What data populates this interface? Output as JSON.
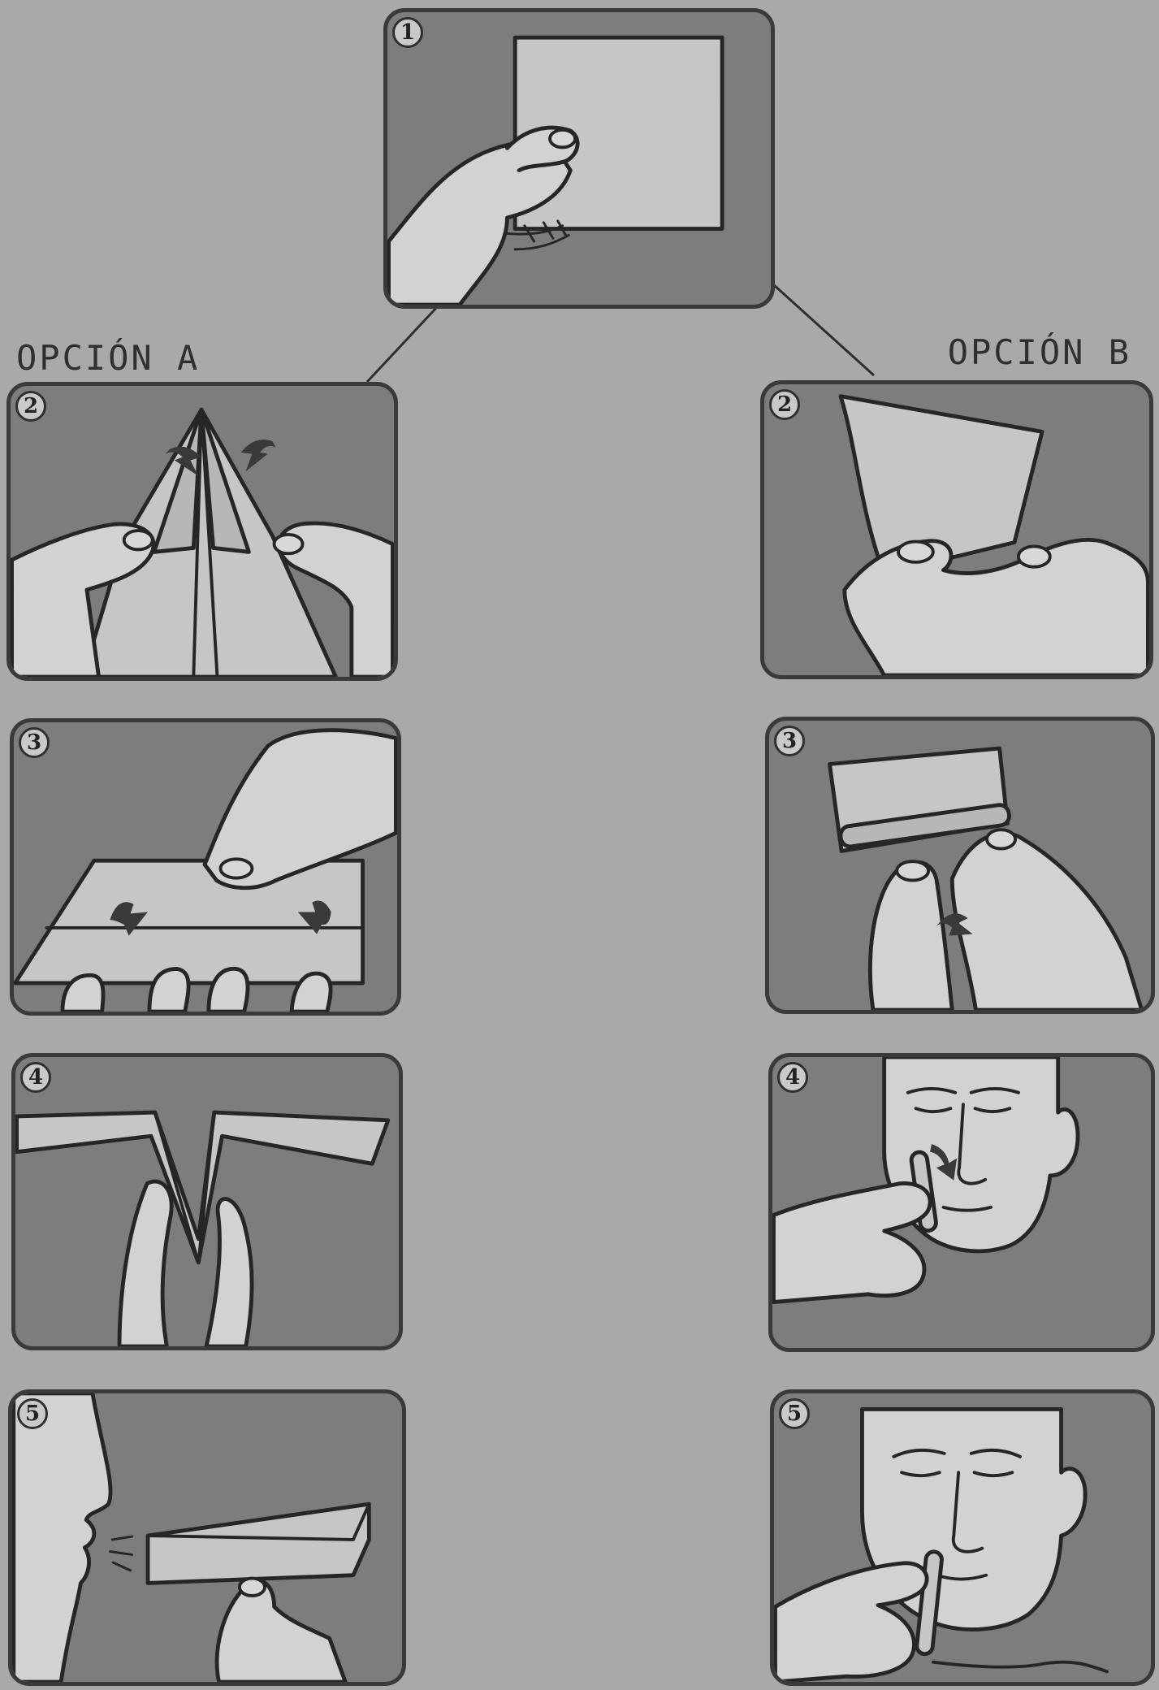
{
  "option_a_label": "OPCIÓN A",
  "option_b_label": "OPCIÓN B",
  "steps": {
    "step1": "1",
    "a2": "2",
    "a3": "3",
    "a4": "4",
    "a5": "5",
    "b2": "2",
    "b3": "3",
    "b4": "4",
    "b5": "5"
  },
  "colors": {
    "page_background": "#a9a9a9",
    "panel_background": "#7d7d7d",
    "outline": "#262626",
    "skin": "#d2d2d2",
    "paper": "#b7b7b7"
  }
}
